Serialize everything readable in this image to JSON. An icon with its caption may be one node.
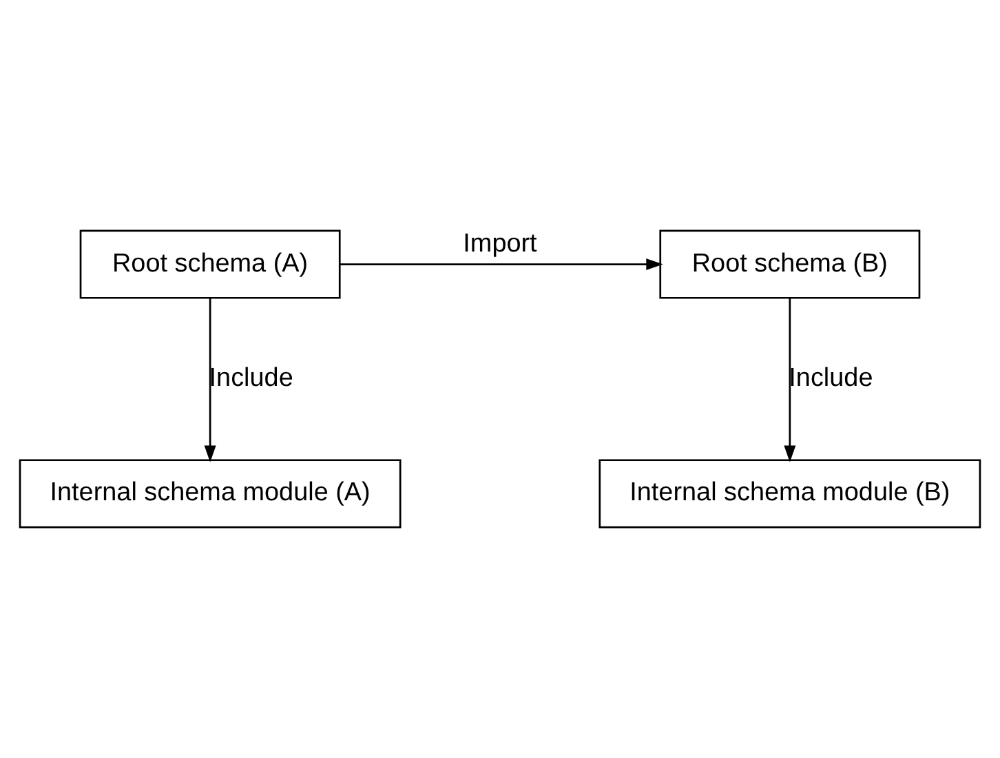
{
  "diagram": {
    "nodes": [
      {
        "text": [
          "Root schema (A)"
        ]
      },
      {
        "text": [
          "Root schema (B)"
        ]
      },
      {
        "text": [
          "Internal schema module (A)"
        ]
      },
      {
        "text": [
          "Internal schema module (B)"
        ]
      }
    ],
    "edges": [
      {
        "from": 0,
        "to": 1,
        "arrow": "to",
        "label": "Import"
      },
      {
        "from": 0,
        "to": 2,
        "arrow": "to",
        "label": "Include"
      },
      {
        "from": 1,
        "to": 3,
        "arrow": "to",
        "label": "Include"
      }
    ]
  }
}
